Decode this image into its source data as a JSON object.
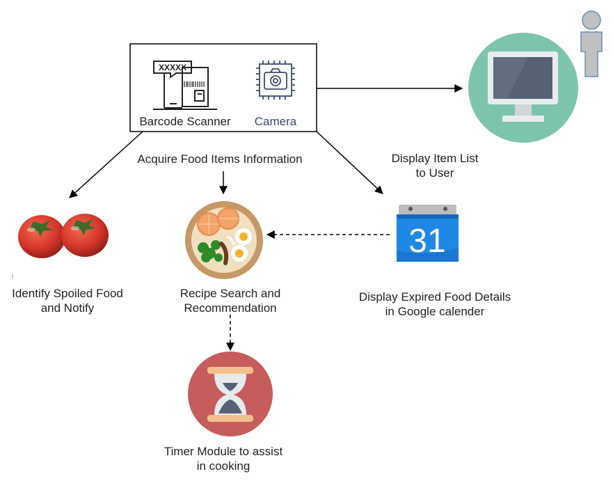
{
  "diagram": {
    "input_box": {
      "barcode_label": "Barcode Scanner",
      "barcode_code": "XXXXX",
      "camera_label": "Camera"
    },
    "acquire_label": "Acquire Food Items Information",
    "display_item_list": {
      "line1": "Display Item List",
      "line2": "to User"
    },
    "spoiled": {
      "line1": "Identify Spoiled Food",
      "line2": "and Notify"
    },
    "recipe": {
      "line1": "Recipe Search and",
      "line2": "Recommendation"
    },
    "calendar": {
      "day": "31",
      "line1": "Display Expired Food Details",
      "line2": "in Google calender"
    },
    "timer": {
      "line1": "Timer Module to assist",
      "line2": "in cooking"
    }
  },
  "colors": {
    "monitor_circle": "#7dc4ac",
    "monitor_screen": "#566173",
    "user_figure": "#c0c0c0",
    "user_outline": "#6b8fbf",
    "calendar_blue": "#1e88e5",
    "calendar_header": "#1565c0",
    "timer_circle": "#c75c5c",
    "timer_frame": "#f2c08e",
    "bowl_rim": "#c69866",
    "tomato_red": "#d6362a",
    "camera_text": "#3a4a6b"
  },
  "icons": [
    "barcode-scanner-icon",
    "camera-icon",
    "monitor-icon",
    "user-icon",
    "tomato-image",
    "food-bowl-image",
    "google-calendar-icon",
    "hourglass-icon"
  ]
}
